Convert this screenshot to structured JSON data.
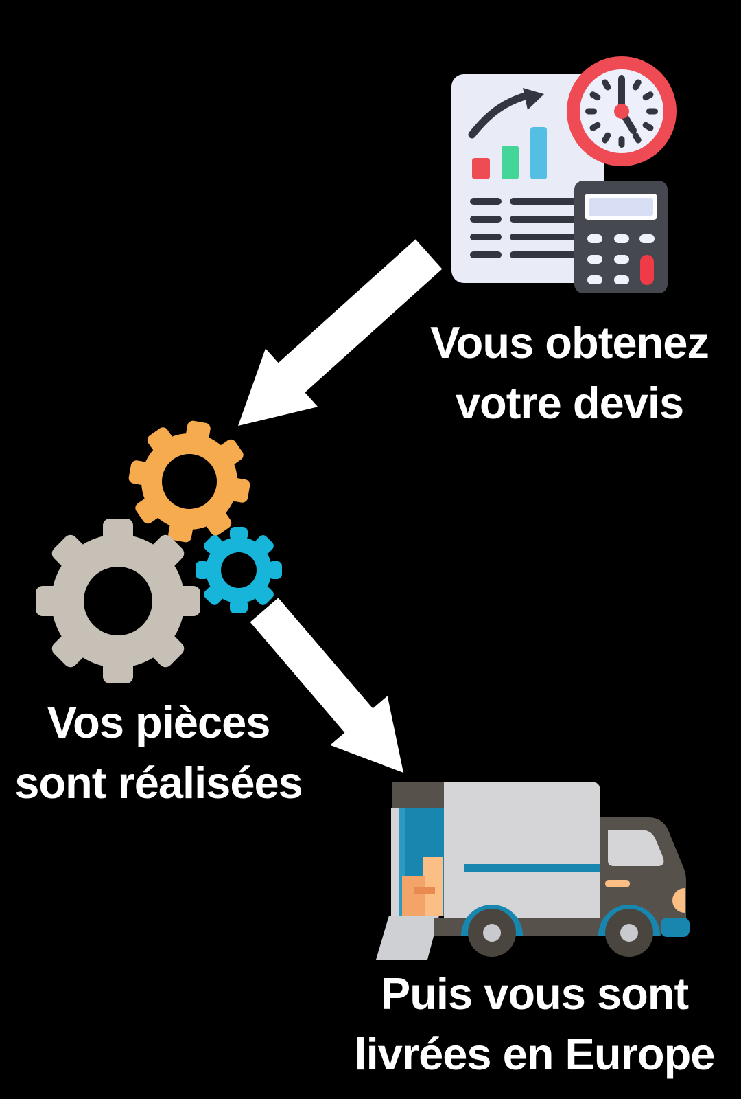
{
  "steps": [
    {
      "id": "quote",
      "label_line1": "Vous obtenez",
      "label_line2": "votre devis"
    },
    {
      "id": "production",
      "label_line1": "Vos pièces",
      "label_line2": "sont réalisées"
    },
    {
      "id": "delivery",
      "label_line1": "Puis vous sont",
      "label_line2": "livrées en Europe"
    }
  ],
  "colors": {
    "background": "#000000",
    "text": "#FFFFFF",
    "arrow": "#FFFFFF",
    "document": "#E9EBF7",
    "dark": "#33363F",
    "bar_red": "#EF4B55",
    "bar_green": "#44D598",
    "bar_blue": "#54BEE4",
    "clock_ring": "#EF4B55",
    "clock_face": "#EDF0FA",
    "calc_body": "#45484F",
    "calc_screen_outer": "#FDFDFF",
    "calc_screen_inner": "#D8DEF3",
    "calc_button": "#EFF1FB",
    "calc_button_red": "#EF3B47",
    "gear_orange": "#F6AB4E",
    "gear_gray": "#C7C0B6",
    "gear_blue": "#17B5DA",
    "truck_body": "#D5D5D8",
    "truck_dark": "#57514B",
    "truck_blue": "#1787B0",
    "truck_blue_light": "#2B9BC4",
    "box_orange_light": "#FBBE85",
    "box_orange_dark": "#F2A469",
    "box_orange_accent": "#E98A50",
    "wheel_dark": "#4A453E",
    "wheel_hub": "#C9CACE",
    "ramp": "#CFD0D3"
  }
}
